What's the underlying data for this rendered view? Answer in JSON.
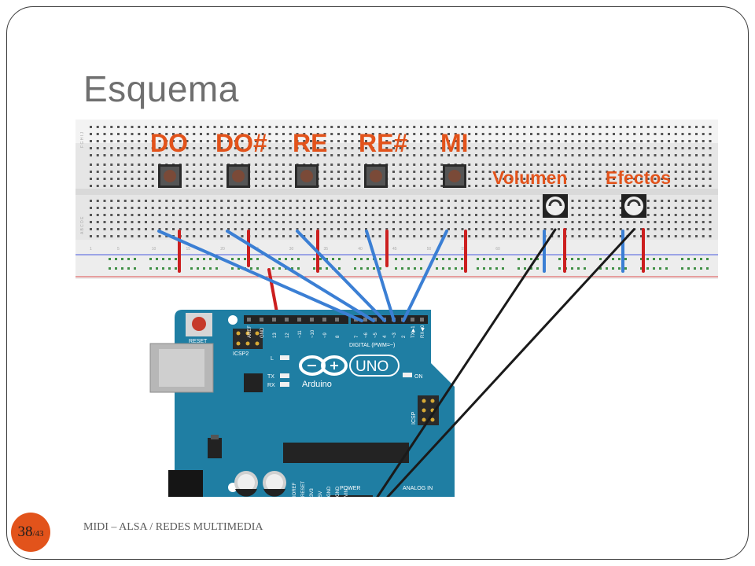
{
  "slide": {
    "title": "Esquema",
    "footer": "MIDI – ALSA /  REDES MULTIMEDIA",
    "page_current": "38",
    "page_total": "/43"
  },
  "diagram": {
    "buttons": [
      {
        "label": "DO"
      },
      {
        "label": "DO#"
      },
      {
        "label": "RE"
      },
      {
        "label": "RE#"
      },
      {
        "label": "MI"
      }
    ],
    "potentiometers": [
      {
        "label": "Volumen"
      },
      {
        "label": "Efectos"
      }
    ],
    "breadboard_row_letters_top": "F G H I J",
    "breadboard_row_letters_bottom": "A B C D E",
    "column_numbers": [
      "1",
      "5",
      "10",
      "15",
      "20",
      "25",
      "30",
      "35",
      "40",
      "45",
      "50",
      "55",
      "60"
    ],
    "arduino": {
      "brand": "Arduino",
      "model": "UNO",
      "reset_label": "RESET",
      "icsp2_label": "ICSP2",
      "icsp_label": "ICSP",
      "led_labels": [
        "L",
        "TX",
        "RX"
      ],
      "on_label": "ON",
      "digital_label": "DIGITAL (PWM=~)",
      "header_pins": [
        "AREF",
        "GND",
        "13",
        "12",
        "~11",
        "~10",
        "~9",
        "8",
        "7",
        "~6",
        "~5",
        "4",
        "~3",
        "2",
        "TX▶1",
        "RX◀0"
      ],
      "power_label": "POWER",
      "analog_label": "ANALOG IN",
      "bottom_pins": [
        "IOREF",
        "RESET",
        "3V3",
        "5V",
        "GND",
        "GND",
        "VIN"
      ]
    },
    "colors": {
      "accent": "#e2531b",
      "board": "#1f7ea3",
      "wire_blue": "#3b7fd4",
      "wire_red": "#cc1f1f",
      "wire_black": "#1a1a1a",
      "breadboard": "#e8e8e8"
    }
  }
}
